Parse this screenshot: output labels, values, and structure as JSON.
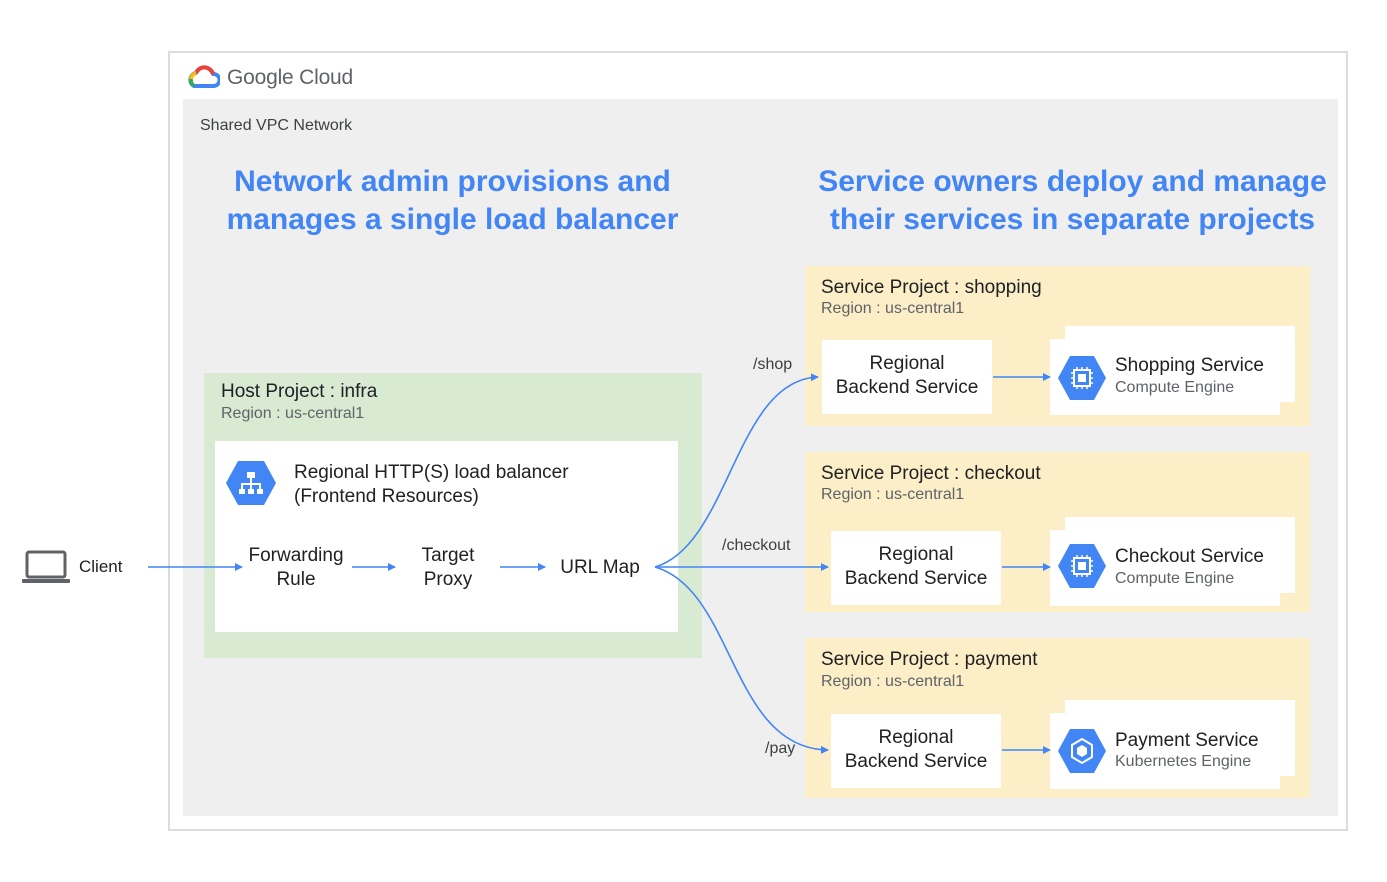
{
  "brand": {
    "name": "Google Cloud"
  },
  "network": {
    "label": "Shared VPC Network"
  },
  "headings": {
    "left_line1": "Network admin provisions and",
    "left_line2": "manages a single load balancer",
    "right_line1": "Service owners deploy and manage",
    "right_line2": "their services in separate projects"
  },
  "client": {
    "label": "Client",
    "icon": "laptop-icon"
  },
  "host_project": {
    "title": "Host Project : infra",
    "region": "Region : us-central1",
    "load_balancer": {
      "line1": "Regional HTTP(S) load balancer",
      "line2": "(Frontend Resources)",
      "icon": "load-balancer-icon"
    },
    "nodes": {
      "forwarding_line1": "Forwarding",
      "forwarding_line2": "Rule",
      "proxy_line1": "Target",
      "proxy_line2": "Proxy",
      "url_map": "URL Map"
    }
  },
  "routes": {
    "shop": "/shop",
    "checkout": "/checkout",
    "pay": "/pay"
  },
  "service_projects": [
    {
      "title": "Service Project : shopping",
      "region": "Region : us-central1",
      "backend_line1": "Regional",
      "backend_line2": "Backend Service",
      "service_name": "Shopping Service",
      "service_platform": "Compute Engine",
      "icon": "compute-engine-icon"
    },
    {
      "title": "Service Project : checkout",
      "region": "Region : us-central1",
      "backend_line1": "Regional",
      "backend_line2": "Backend Service",
      "service_name": "Checkout Service",
      "service_platform": "Compute Engine",
      "icon": "compute-engine-icon"
    },
    {
      "title": "Service Project : payment",
      "region": "Region : us-central1",
      "backend_line1": "Regional",
      "backend_line2": "Backend Service",
      "service_name": "Payment Service",
      "service_platform": "Kubernetes Engine",
      "icon": "kubernetes-engine-icon"
    }
  ],
  "colors": {
    "accent_blue": "#4285f4",
    "host_green": "#d9ead3",
    "service_yellow": "#fcefc7",
    "vpc_gray": "#efefef"
  }
}
